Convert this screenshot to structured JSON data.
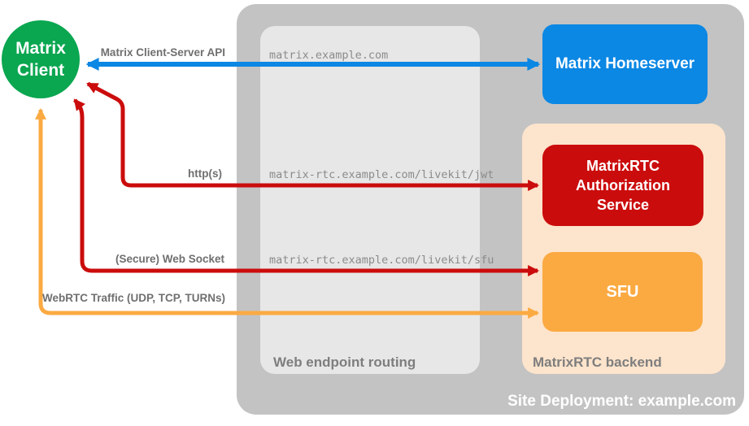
{
  "diagram": {
    "client": {
      "line1": "Matrix",
      "line2": "Client"
    },
    "homeserver": {
      "label": "Matrix Homeserver"
    },
    "routing_panel": {
      "title": "Web endpoint routing"
    },
    "backend_panel": {
      "title": "MatrixRTC backend",
      "auth_service_label": "MatrixRTC Authorization Service",
      "sfu_label": "SFU"
    },
    "site": {
      "title": "Site Deployment: example.com"
    },
    "connections": [
      {
        "id": "client-server-api",
        "label": "Matrix Client-Server API",
        "endpoint": "matrix.example.com",
        "color": "#0b87e4",
        "bidirectional": true
      },
      {
        "id": "https",
        "label": "http(s)",
        "endpoint": "matrix-rtc.example.com/livekit/jwt",
        "color": "#cb0c0c",
        "bidirectional": true
      },
      {
        "id": "secure-web-socket",
        "label": "(Secure) Web Socket",
        "endpoint": "matrix-rtc.example.com/livekit/sfu",
        "color": "#cb0c0c",
        "bidirectional": true
      },
      {
        "id": "webrtc-traffic",
        "label": "WebRTC Traffic (UDP, TCP, TURNs)",
        "color": "#fbaa42",
        "bidirectional": true
      }
    ],
    "colors": {
      "client_green": "#0aa650",
      "homeserver_blue": "#0b87e4",
      "auth_red": "#cb0c0c",
      "sfu_orange": "#fbaa42",
      "backend_peach": "#fde4cc",
      "site_container_gray": "#c3c3c3",
      "routing_panel_gray": "#e7e7e7"
    }
  }
}
